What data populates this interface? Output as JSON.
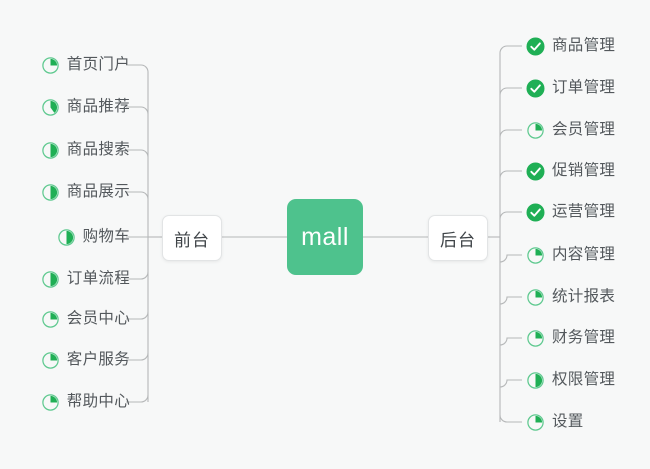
{
  "diagram": {
    "type": "mind-map",
    "background_color": "#f7f8f8",
    "root": {
      "label": "mall",
      "color": "#4ec28d",
      "text_color": "#ffffff"
    },
    "branches": [
      {
        "id": "front",
        "label": "前台",
        "side": "left",
        "items": [
          {
            "label": "首页门户",
            "icon": "pie-progress-icon",
            "progress": 25,
            "status": "in-progress"
          },
          {
            "label": "商品推荐",
            "icon": "pie-progress-icon",
            "progress": 40,
            "status": "in-progress"
          },
          {
            "label": "商品搜索",
            "icon": "pie-progress-icon",
            "progress": 50,
            "status": "in-progress"
          },
          {
            "label": "商品展示",
            "icon": "pie-progress-icon",
            "progress": 50,
            "status": "in-progress"
          },
          {
            "label": "购物车",
            "icon": "pie-progress-icon",
            "progress": 50,
            "status": "in-progress"
          },
          {
            "label": "订单流程",
            "icon": "pie-progress-icon",
            "progress": 50,
            "status": "in-progress"
          },
          {
            "label": "会员中心",
            "icon": "pie-progress-icon",
            "progress": 25,
            "status": "in-progress"
          },
          {
            "label": "客户服务",
            "icon": "pie-progress-icon",
            "progress": 25,
            "status": "in-progress"
          },
          {
            "label": "帮助中心",
            "icon": "pie-progress-icon",
            "progress": 25,
            "status": "in-progress"
          }
        ]
      },
      {
        "id": "back",
        "label": "后台",
        "side": "right",
        "items": [
          {
            "label": "商品管理",
            "icon": "check-circle-icon",
            "progress": 100,
            "status": "done"
          },
          {
            "label": "订单管理",
            "icon": "check-circle-icon",
            "progress": 100,
            "status": "done"
          },
          {
            "label": "会员管理",
            "icon": "pie-progress-icon",
            "progress": 25,
            "status": "in-progress"
          },
          {
            "label": "促销管理",
            "icon": "check-circle-icon",
            "progress": 100,
            "status": "done"
          },
          {
            "label": "运营管理",
            "icon": "check-circle-icon",
            "progress": 100,
            "status": "done"
          },
          {
            "label": "内容管理",
            "icon": "pie-progress-icon",
            "progress": 25,
            "status": "in-progress"
          },
          {
            "label": "统计报表",
            "icon": "pie-progress-icon",
            "progress": 25,
            "status": "in-progress"
          },
          {
            "label": "财务管理",
            "icon": "pie-progress-icon",
            "progress": 25,
            "status": "in-progress"
          },
          {
            "label": "权限管理",
            "icon": "pie-progress-icon",
            "progress": 50,
            "status": "in-progress"
          },
          {
            "label": "设置",
            "icon": "pie-progress-icon",
            "progress": 25,
            "status": "in-progress"
          }
        ]
      }
    ],
    "colors": {
      "accent_green": "#4ec28d",
      "icon_green": "#1faf55",
      "icon_ring": "#5ec98f",
      "connector": "#b6b8b9",
      "label_text": "#53585c",
      "node_text": "#3f4448",
      "node_fill": "#ffffff",
      "node_border": "#e2e4e5"
    }
  }
}
